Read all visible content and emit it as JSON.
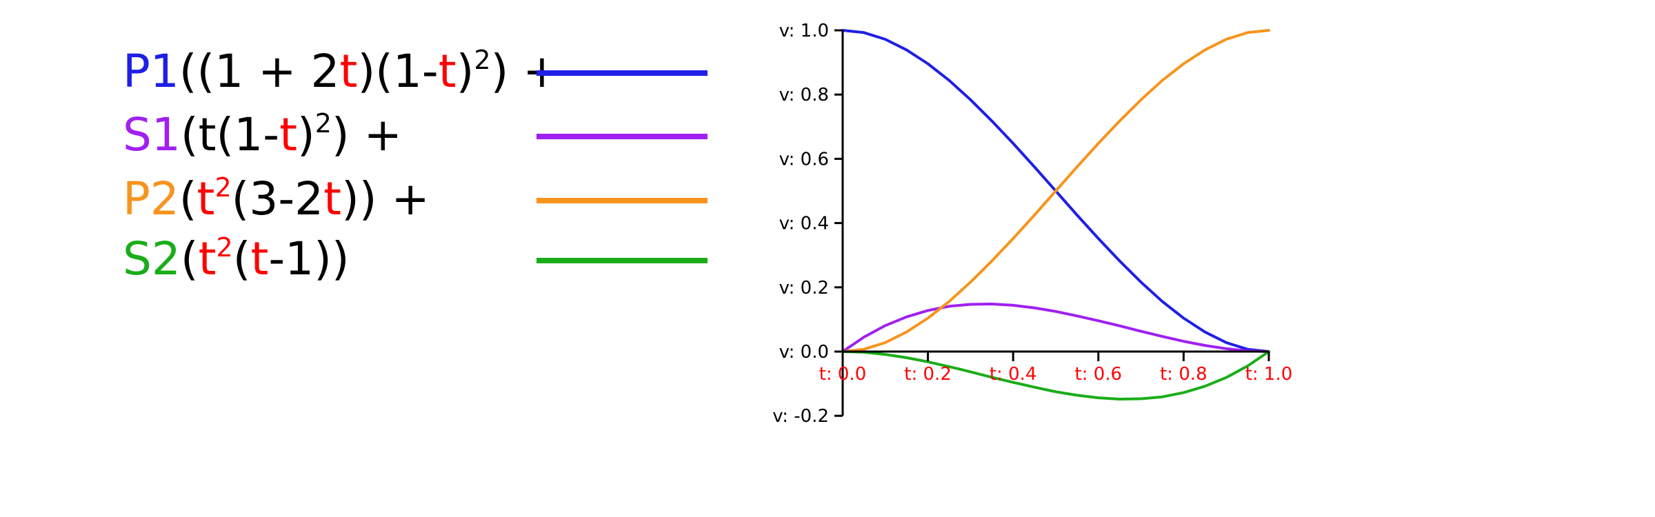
{
  "formulas": [
    {
      "name": "P1",
      "color": "#1f1fe6",
      "parts": [
        {
          "text": "P1",
          "role": "name"
        },
        {
          "text": "((1 + 2",
          "role": "plain"
        },
        {
          "text": "t",
          "role": "var"
        },
        {
          "text": ")(1-",
          "role": "plain"
        },
        {
          "text": "t",
          "role": "var"
        },
        {
          "text": ")",
          "role": "plain"
        },
        {
          "text": "2",
          "role": "sup"
        },
        {
          "text": ") +",
          "role": "plain"
        }
      ]
    },
    {
      "name": "S1",
      "color": "#a020f0",
      "parts": [
        {
          "text": "S1",
          "role": "name"
        },
        {
          "text": "(t(1-",
          "role": "plain"
        },
        {
          "text": "t",
          "role": "var"
        },
        {
          "text": ")",
          "role": "plain"
        },
        {
          "text": "2",
          "role": "sup"
        },
        {
          "text": ") +",
          "role": "plain"
        }
      ]
    },
    {
      "name": "P2",
      "color": "#f7941d",
      "parts": [
        {
          "text": "P2",
          "role": "name"
        },
        {
          "text": "(",
          "role": "plain"
        },
        {
          "text": "t",
          "role": "var"
        },
        {
          "text": "2",
          "role": "supvar"
        },
        {
          "text": "(3-2",
          "role": "plain"
        },
        {
          "text": "t",
          "role": "var"
        },
        {
          "text": ")) +",
          "role": "plain"
        }
      ]
    },
    {
      "name": "S2",
      "color": "#1aad19",
      "parts": [
        {
          "text": "S2",
          "role": "name"
        },
        {
          "text": "(",
          "role": "plain"
        },
        {
          "text": "t",
          "role": "var"
        },
        {
          "text": "2",
          "role": "supvar"
        },
        {
          "text": "(",
          "role": "plain"
        },
        {
          "text": "t",
          "role": "var"
        },
        {
          "text": "-1))",
          "role": "plain"
        }
      ]
    }
  ],
  "colors": {
    "variable": "#ff0000",
    "plain": "#000000",
    "axis": "#000000",
    "x_tick_label": "#ff0000"
  },
  "chart_data": {
    "type": "line",
    "title": "",
    "xlabel": "",
    "ylabel": "",
    "xlim": [
      0,
      1
    ],
    "ylim": [
      -0.2,
      1.0
    ],
    "grid": false,
    "legend": "left",
    "x_ticks": [
      0.0,
      0.2,
      0.4,
      0.6,
      0.8,
      1.0
    ],
    "x_tick_labels": [
      "t: 0.0",
      "t: 0.2",
      "t: 0.4",
      "t: 0.6",
      "t: 0.8",
      "t: 1.0"
    ],
    "y_ticks": [
      1.0,
      0.8,
      0.6,
      0.4,
      0.2,
      0.0,
      -0.2
    ],
    "y_tick_labels": [
      "v: 1.0",
      "v: 0.8",
      "v: 0.6",
      "v: 0.4",
      "v: 0.2",
      "v: 0.0",
      "v: -0.2"
    ],
    "x": [
      0.0,
      0.05,
      0.1,
      0.15,
      0.2,
      0.25,
      0.3,
      0.35,
      0.4,
      0.45,
      0.5,
      0.55,
      0.6,
      0.65,
      0.7,
      0.75,
      0.8,
      0.85,
      0.9,
      0.95,
      1.0
    ],
    "series": [
      {
        "name": "P1",
        "color": "#1f1fe6",
        "values": [
          1.0,
          0.993,
          0.972,
          0.939,
          0.896,
          0.844,
          0.784,
          0.718,
          0.648,
          0.575,
          0.5,
          0.425,
          0.352,
          0.282,
          0.216,
          0.156,
          0.104,
          0.061,
          0.028,
          0.007,
          0.0
        ]
      },
      {
        "name": "S1",
        "color": "#a020f0",
        "values": [
          0.0,
          0.045,
          0.081,
          0.108,
          0.128,
          0.141,
          0.147,
          0.148,
          0.144,
          0.136,
          0.125,
          0.111,
          0.096,
          0.08,
          0.063,
          0.047,
          0.032,
          0.019,
          0.009,
          0.002,
          0.0
        ]
      },
      {
        "name": "P2",
        "color": "#f7941d",
        "values": [
          0.0,
          0.007,
          0.028,
          0.061,
          0.104,
          0.156,
          0.216,
          0.282,
          0.352,
          0.425,
          0.5,
          0.575,
          0.648,
          0.718,
          0.784,
          0.844,
          0.896,
          0.939,
          0.972,
          0.993,
          1.0
        ]
      },
      {
        "name": "S2",
        "color": "#1aad19",
        "values": [
          0.0,
          -0.002,
          -0.009,
          -0.019,
          -0.032,
          -0.047,
          -0.063,
          -0.08,
          -0.096,
          -0.111,
          -0.125,
          -0.136,
          -0.144,
          -0.148,
          -0.147,
          -0.141,
          -0.128,
          -0.108,
          -0.081,
          -0.045,
          0.0
        ]
      }
    ]
  }
}
